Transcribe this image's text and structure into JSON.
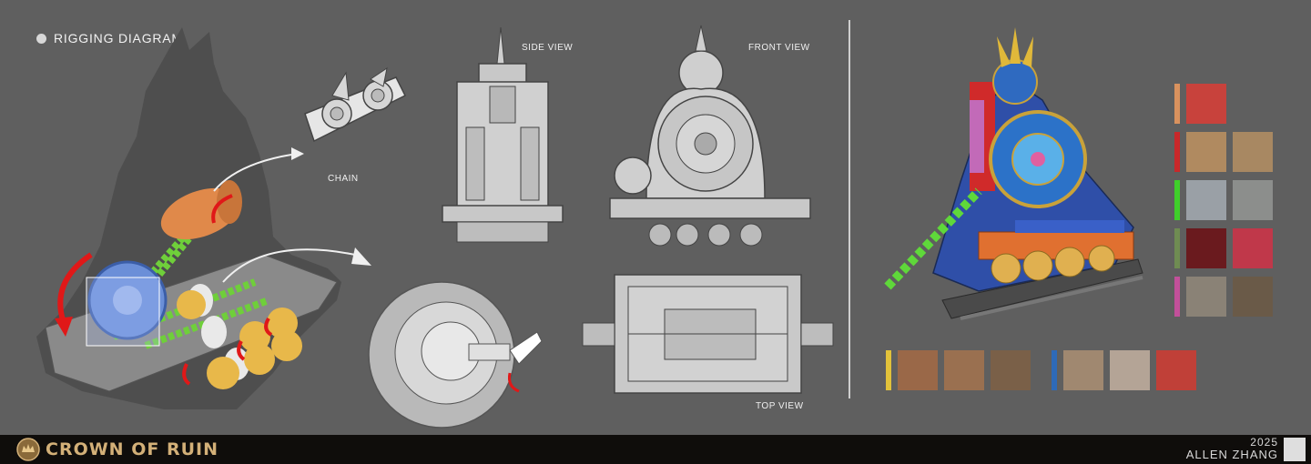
{
  "diagram": {
    "title": "RIGGING DIAGRAM",
    "labels": {
      "chain": "CHAIN",
      "side_view": "SIDE VIEW",
      "front_view": "FRONT VIEW",
      "top_view": "TOP VIEW"
    }
  },
  "footer": {
    "brand": "CROWN OF RUIN",
    "year": "2025",
    "author": "ALLEN ZHANG"
  },
  "colors": {
    "background": "#5f5f5f",
    "footer": "#0f0d0b",
    "brand_gold": "#d3b078",
    "arrow_red": "#e01818",
    "chain_green": "#6fcf3a",
    "gear_blue": "#6b8fd8",
    "wheel_yellow": "#e8b84a",
    "drum_orange": "#e0894a"
  },
  "swatches": {
    "right_column": [
      {
        "tag": "#d9925e",
        "tiles": [
          "#c8423c"
        ]
      },
      {
        "tag": "#c8282a",
        "tiles": [
          "#b08a60",
          "#a88862"
        ]
      },
      {
        "tag": "#3fcf2a",
        "tiles": [
          "#9aa0a6",
          "#8c8e8c"
        ]
      },
      {
        "tag": "#6f8c52",
        "tiles": [
          "#6a1a1e",
          "#c0384a"
        ]
      },
      {
        "tag": "#c2509a",
        "tiles": [
          "#8a8276",
          "#6a5a48"
        ]
      }
    ],
    "bottom_row": [
      {
        "tag": "#e2c23a",
        "tiles": [
          "#9a6848",
          "#9a7050",
          "#7a6048"
        ]
      },
      {
        "tag": "#2e6ab8",
        "tiles": [
          "#a08870",
          "#b4a496",
          "#c04038"
        ]
      }
    ]
  }
}
